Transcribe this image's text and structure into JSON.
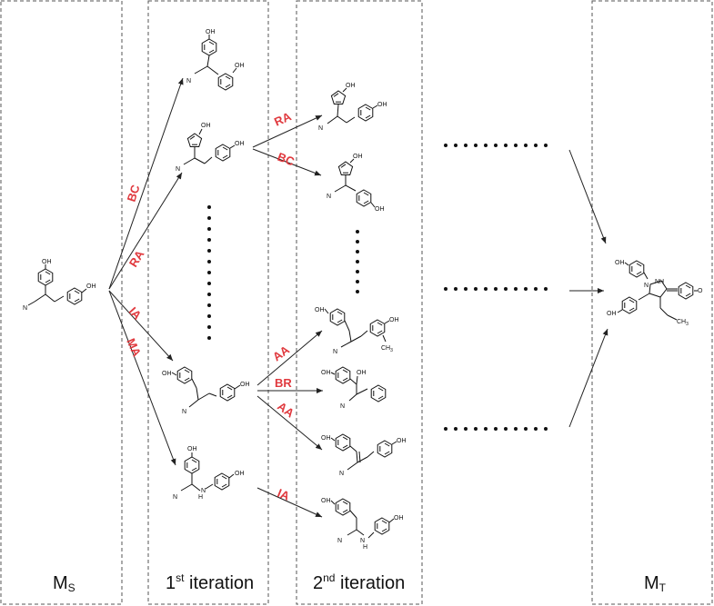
{
  "panels": {
    "ms": {
      "label": "M",
      "sub": "S",
      "suffix": ""
    },
    "iter1": {
      "label": "1",
      "sub": "st",
      "suffix": " iteration"
    },
    "iter2": {
      "label": "2",
      "sub": "nd",
      "suffix": " iteration"
    },
    "mt": {
      "label": "M",
      "sub": "T",
      "suffix": ""
    }
  },
  "reactions": {
    "ms_to_1": "BC",
    "ms_to_2": "RA",
    "ms_to_4": "IA",
    "ms_to_5": "MA",
    "m2_to_a": "RA",
    "m2_to_b": "BC",
    "m4_to_c": "AA",
    "m4_to_d": "BR",
    "m4_to_e": "AA",
    "m5_to_f": "IA"
  },
  "atoms": {
    "oh": "OH",
    "n": "N",
    "nh": "NH",
    "h": "H",
    "o": "O",
    "ch3": "CH",
    "ch3_sub": "3"
  },
  "colors": {
    "reaction_label": "#e0393e",
    "panel_border": "#555555",
    "ink": "#111111"
  }
}
